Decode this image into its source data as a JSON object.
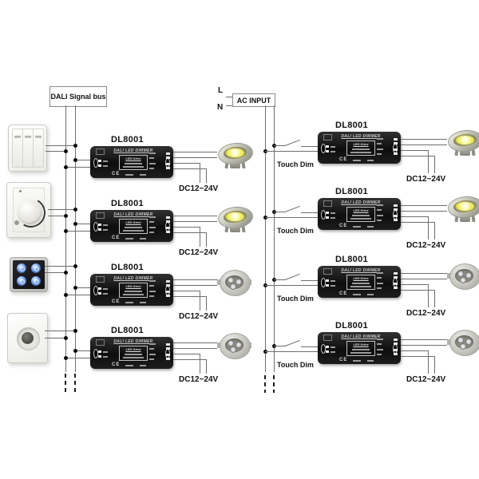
{
  "labels": {
    "dali_bus": "DALI Signal bus",
    "ac_input": "AC INPUT",
    "live": "L",
    "neutral": "N"
  },
  "dimmer_face": {
    "title": "DALI LED DIMMER",
    "driver": "LED Drive",
    "ce": "CE"
  },
  "left_rows": [
    {
      "model": "DL8001",
      "dc": "DC12~24V",
      "led": "dome-spotlight"
    },
    {
      "model": "DL8001",
      "dc": "DC12~24V",
      "led": "dome-spotlight"
    },
    {
      "model": "DL8001",
      "dc": "DC12~24V",
      "led": "recessed-downlight"
    },
    {
      "model": "DL8001",
      "dc": "DC12~24V",
      "led": "recessed-downlight"
    }
  ],
  "right_rows": [
    {
      "model": "DL8001",
      "switch_label": "Touch Dim",
      "dc": "DC12~24V",
      "led": "dome-spotlight"
    },
    {
      "model": "DL8001",
      "switch_label": "Touch Dim",
      "dc": "DC12~24V",
      "led": "dome-spotlight"
    },
    {
      "model": "DL8001",
      "switch_label": "Touch Dim",
      "dc": "DC12~24V",
      "led": "recessed-downlight"
    },
    {
      "model": "DL8001",
      "switch_label": "Touch Dim",
      "dc": "DC12~24V",
      "led": "recessed-downlight"
    }
  ],
  "colors": {
    "wire": "#6e6e6e",
    "junction_dot": "#0d0d0d",
    "dimmer_body": "#141414",
    "led_glow": "#f0ee57",
    "touch_button_blue": "#5b8fe0"
  }
}
